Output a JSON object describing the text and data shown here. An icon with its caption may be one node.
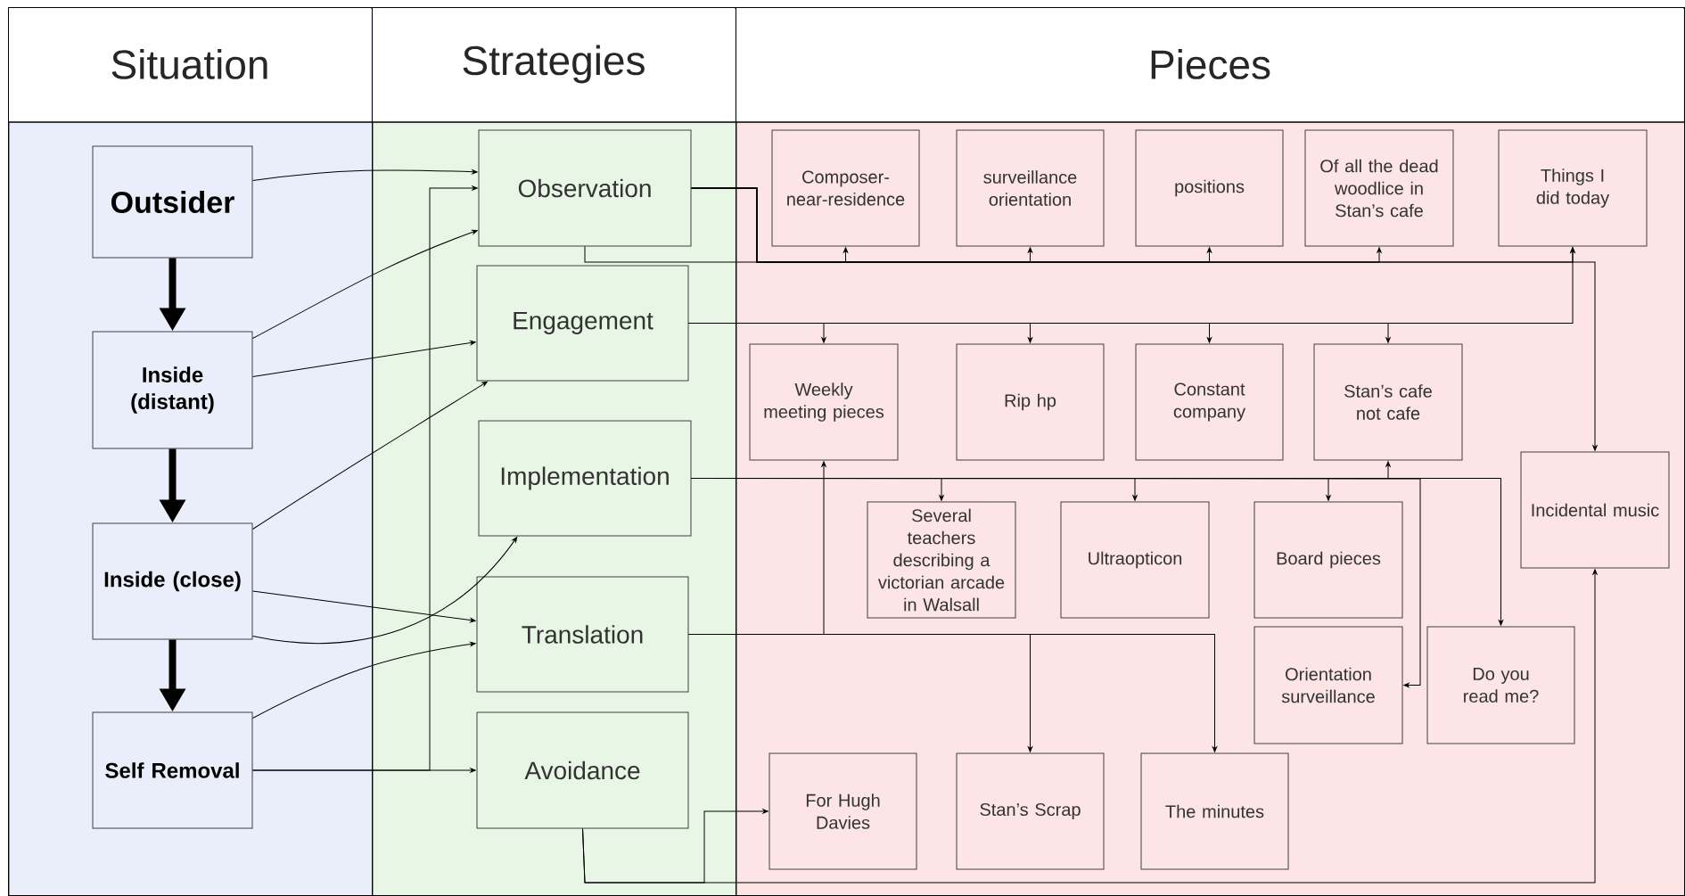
{
  "diagram": {
    "nodes": [
      {
        "text": [
          "Situation"
        ]
      },
      {
        "text": [
          "Strategies"
        ]
      },
      {
        "text": [
          "Pieces"
        ]
      },
      {
        "text": [
          "Outsider"
        ],
        "in": 0
      },
      {
        "text": [
          "Inside (distant)"
        ],
        "in": 0
      },
      {
        "text": [
          "Inside (close)"
        ],
        "in": 0
      },
      {
        "text": [
          "Self Removal"
        ],
        "in": 0
      },
      {
        "text": [
          "Observation"
        ],
        "in": 1
      },
      {
        "text": [
          "Engagement"
        ],
        "in": 1
      },
      {
        "text": [
          "Implementation"
        ],
        "in": 1
      },
      {
        "text": [
          "Translation"
        ],
        "in": 1
      },
      {
        "text": [
          "Avoidance"
        ],
        "in": 1
      },
      {
        "text": [
          "Composer-near-residence"
        ],
        "in": 2
      },
      {
        "text": [
          "surveillance orientation"
        ],
        "in": 2
      },
      {
        "text": [
          "positions"
        ],
        "in": 2
      },
      {
        "text": [
          "Of all the dead woodlice in Stan’s cafe"
        ],
        "in": 2
      },
      {
        "text": [
          "Things I did today"
        ],
        "in": 2
      },
      {
        "text": [
          "Weekly meeting pieces"
        ],
        "in": 2
      },
      {
        "text": [
          "Rip hp"
        ],
        "in": 2
      },
      {
        "text": [
          "Constant company"
        ],
        "in": 2
      },
      {
        "text": [
          "Stan’s cafe not cafe"
        ],
        "in": 2
      },
      {
        "text": [
          "Incidental music"
        ],
        "in": 2
      },
      {
        "text": [
          "Several teachers describing a victorian arcade in Walsall"
        ],
        "in": 2
      },
      {
        "text": [
          "Ultraopticon"
        ],
        "in": 2
      },
      {
        "text": [
          "Board pieces"
        ],
        "in": 2
      },
      {
        "text": [
          "Orientation surveillance"
        ],
        "in": 2
      },
      {
        "text": [
          "Do you read me?"
        ],
        "in": 2
      },
      {
        "text": [
          "For Hugh Davies"
        ],
        "in": 2
      },
      {
        "text": [
          "Stan’s Scrap"
        ],
        "in": 2
      },
      {
        "text": [
          "The minutes"
        ],
        "in": 2
      }
    ],
    "edges": [
      {
        "from": 3,
        "to": 4,
        "arrow": "to",
        "style": "thick"
      },
      {
        "from": 4,
        "to": 5,
        "arrow": "to",
        "style": "thick"
      },
      {
        "from": 5,
        "to": 6,
        "arrow": "to",
        "style": "thick"
      },
      {
        "from": 3,
        "to": 7,
        "arrow": "to"
      },
      {
        "from": 4,
        "to": 7,
        "arrow": "to"
      },
      {
        "from": 4,
        "to": 8,
        "arrow": "to"
      },
      {
        "from": 5,
        "to": 8,
        "arrow": "to"
      },
      {
        "from": 5,
        "to": 9,
        "arrow": "to"
      },
      {
        "from": 5,
        "to": 10,
        "arrow": "to"
      },
      {
        "from": 6,
        "to": 10,
        "arrow": "to"
      },
      {
        "from": 6,
        "to": 11,
        "arrow": "to"
      },
      {
        "from": 6,
        "to": 7,
        "arrow": "to"
      },
      {
        "from": 7,
        "to": 12,
        "arrow": "to"
      },
      {
        "from": 7,
        "to": 13,
        "arrow": "to"
      },
      {
        "from": 7,
        "to": 14,
        "arrow": "to"
      },
      {
        "from": 7,
        "to": 15,
        "arrow": "to"
      },
      {
        "from": 7,
        "to": 16,
        "arrow": "to"
      },
      {
        "from": 7,
        "to": 21,
        "arrow": "to"
      },
      {
        "from": 8,
        "to": 17,
        "arrow": "to"
      },
      {
        "from": 8,
        "to": 18,
        "arrow": "to"
      },
      {
        "from": 8,
        "to": 19,
        "arrow": "to"
      },
      {
        "from": 8,
        "to": 20,
        "arrow": "to"
      },
      {
        "from": 8,
        "to": 16,
        "arrow": "to"
      },
      {
        "from": 9,
        "to": 22,
        "arrow": "to"
      },
      {
        "from": 9,
        "to": 23,
        "arrow": "to"
      },
      {
        "from": 9,
        "to": 24,
        "arrow": "to"
      },
      {
        "from": 9,
        "to": 20,
        "arrow": "to"
      },
      {
        "from": 9,
        "to": 25,
        "arrow": "to"
      },
      {
        "from": 9,
        "to": 26,
        "arrow": "to"
      },
      {
        "from": 10,
        "to": 17,
        "arrow": "to"
      },
      {
        "from": 10,
        "to": 28,
        "arrow": "to"
      },
      {
        "from": 10,
        "to": 29,
        "arrow": "to"
      },
      {
        "from": 11,
        "to": 27,
        "arrow": "to"
      },
      {
        "from": 11,
        "to": 21,
        "arrow": "to"
      }
    ]
  }
}
